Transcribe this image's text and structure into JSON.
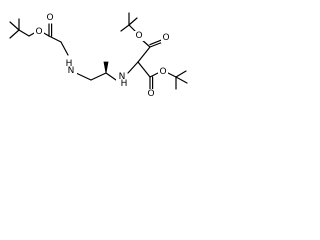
{
  "molecule": {
    "atoms": {
      "o_carbonyl_left": "O",
      "o_ester_left": "O",
      "n_left": "N",
      "h_left": "H",
      "n_right": "N",
      "h_right": "H",
      "o_ester_top": "O",
      "o_carbonyl_top": "O",
      "o_ester_bottom": "O",
      "o_carbonyl_bottom": "O"
    },
    "stereo": {
      "chiral_center_bond": "wedge"
    }
  }
}
